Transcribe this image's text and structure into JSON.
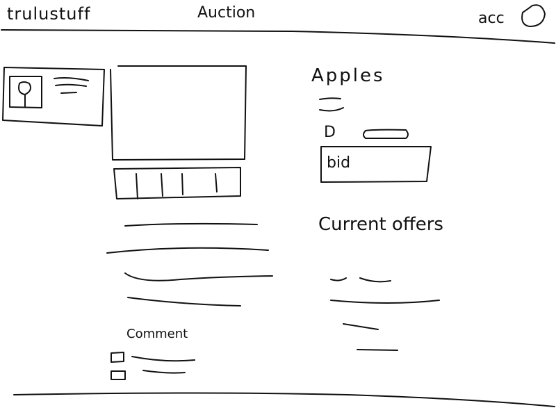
{
  "header": {
    "brand": "trulustuff",
    "nav_auction": "Auction",
    "account_label": "acc"
  },
  "item": {
    "title": "Apples",
    "bid_label": "D",
    "bid_button": "bid"
  },
  "offers": {
    "heading": "Current offers"
  },
  "comments": {
    "heading": "Comment"
  },
  "icons": {
    "account": "user-avatar-icon",
    "seller": "seller-avatar-icon"
  }
}
